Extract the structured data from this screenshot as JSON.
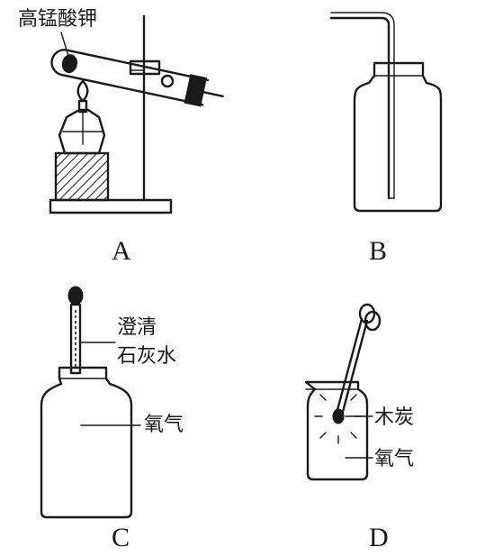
{
  "panels": [
    {
      "id": "A",
      "letter": "A",
      "labels": [
        "高锰酸钾"
      ]
    },
    {
      "id": "B",
      "letter": "B",
      "labels": []
    },
    {
      "id": "C",
      "letter": "C",
      "labels": [
        "澄清",
        "石灰水",
        "氧气"
      ]
    },
    {
      "id": "D",
      "letter": "D",
      "labels": [
        "木炭",
        "氧气"
      ]
    }
  ]
}
